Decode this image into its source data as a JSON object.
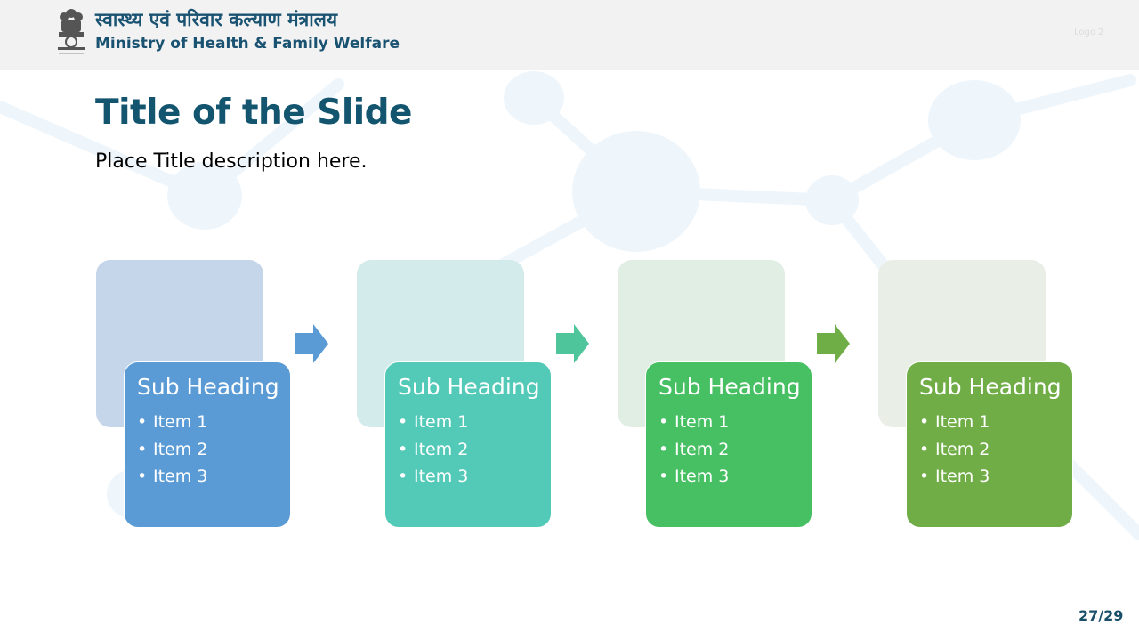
{
  "header": {
    "ministry_hindi": "स्वास्थ्य एवं परिवार कल्याण मंत्रालय",
    "ministry_english": "Ministry of Health & Family Welfare",
    "logo2_text": "Logo 2",
    "emblem_icon": "national-emblem-icon"
  },
  "slide": {
    "title": "Title of the Slide",
    "description": "Place Title description here."
  },
  "steps": [
    {
      "heading": "Sub Heading",
      "items": [
        "Item 1",
        "Item 2",
        "Item 3"
      ],
      "color": "#5b9bd5",
      "back_color": "#c5d5ea"
    },
    {
      "heading": "Sub Heading",
      "items": [
        "Item 1",
        "Item 2",
        "Item 3"
      ],
      "color": "#53c9b7",
      "back_color": "#d3ebeb"
    },
    {
      "heading": "Sub Heading",
      "items": [
        "Item 1",
        "Item 2",
        "Item 3"
      ],
      "color": "#47bf63",
      "back_color": "#e0eee4"
    },
    {
      "heading": "Sub Heading",
      "items": [
        "Item 1",
        "Item 2",
        "Item 3"
      ],
      "color": "#70ad47",
      "back_color": "#e9efe7"
    }
  ],
  "arrows": [
    {
      "icon": "arrow-right-icon",
      "color": "#5b9bd5"
    },
    {
      "icon": "arrow-right-icon",
      "color": "#4fc59b"
    },
    {
      "icon": "arrow-right-icon",
      "color": "#6fae47"
    }
  ],
  "footer": {
    "page_number": "27/29"
  }
}
